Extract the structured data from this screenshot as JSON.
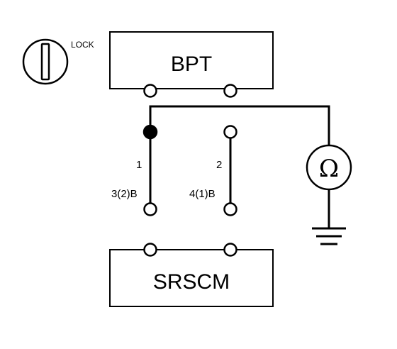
{
  "ignition": {
    "lock_label": "LOCK",
    "key_icon": "ignition-key-icon"
  },
  "bpt": {
    "label": "BPT"
  },
  "srscm": {
    "label": "SRSCM"
  },
  "connectors": {
    "left_top_pin": "1",
    "left_bottom_pin": "3(2)B",
    "right_top_pin": "2",
    "right_bottom_pin": "4(1)B"
  },
  "meter": {
    "symbol": "Ω",
    "icon": "ohmmeter-icon"
  },
  "ground": {
    "icon": "ground-icon"
  },
  "colors": {
    "line": "#000000",
    "background": "#ffffff"
  }
}
